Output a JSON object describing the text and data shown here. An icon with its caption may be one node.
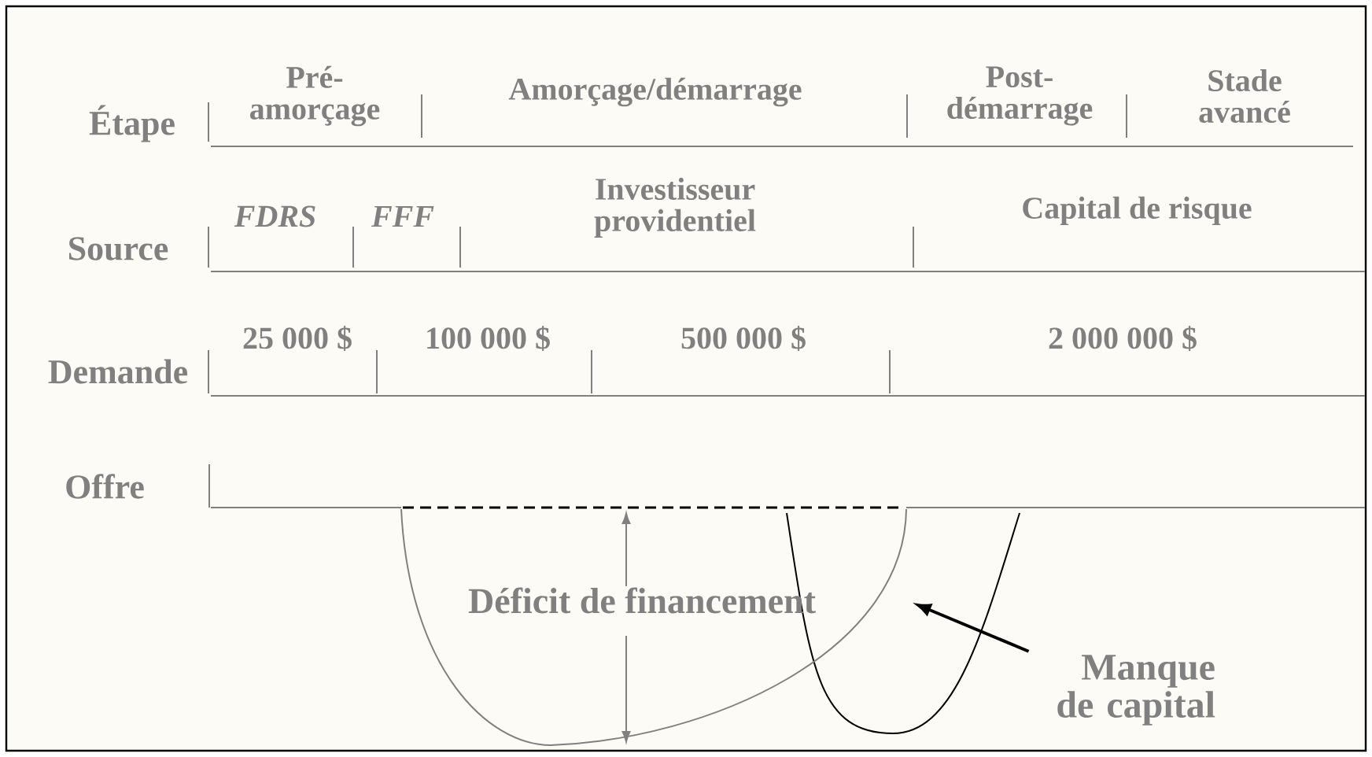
{
  "diagram": {
    "nodes": [
      {
        "text": [
          "Manque de capital"
        ]
      },
      {
        "text": [],
        "shape": "curve"
      }
    ],
    "edges": [
      {
        "from": 0,
        "to": 1,
        "arrow": "to"
      }
    ],
    "labels": [
      "Pré- amorçage",
      "Amorçage/démarrage",
      "Post- démarrage",
      "Stade avancé",
      "Étape",
      "FDRS",
      "FFF",
      "Investisseur providentiel",
      "Capital de risque",
      "Source",
      "25 000 $",
      "100 000 $",
      "500 000 $",
      "2 000 000 $",
      "Demande",
      "Offre",
      "Déficit de financement"
    ]
  }
}
